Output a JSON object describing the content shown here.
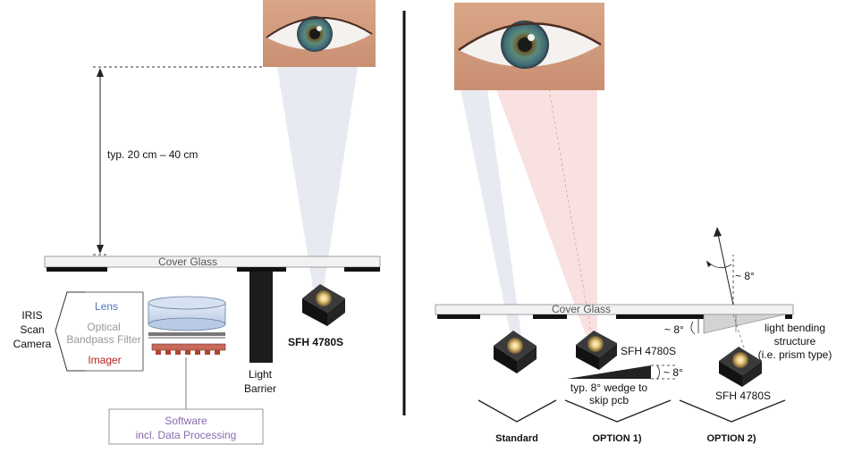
{
  "left": {
    "distance_label": "typ. 20 cm – 40 cm",
    "cover_glass_label": "Cover Glass",
    "camera_title": [
      "IRIS",
      "Scan",
      "Camera"
    ],
    "lens_label": "Lens",
    "filter_label": [
      "Optical",
      "Bandpass Filter"
    ],
    "imager_label": "Imager",
    "barrier_label": [
      "Light",
      "Barrier"
    ],
    "sensor_label": "SFH 4780S",
    "software_label": [
      "Software",
      "incl. Data Processing"
    ]
  },
  "right": {
    "cover_glass_label": "Cover Glass",
    "option1_sensor_label": "SFH 4780S",
    "option2_sensor_label": "SFH 4780S",
    "angle_top": "~ 8°",
    "angle_left": "~ 8°",
    "angle_wedge": "~ 8°",
    "wedge_caption": [
      "typ. 8° wedge to",
      "skip pcb"
    ],
    "prism_caption": [
      "light bending",
      "structure",
      "(i.e. prism type)"
    ],
    "group_labels": [
      "Standard",
      "OPTION 1)",
      "OPTION 2)"
    ]
  },
  "colors": {
    "lens_blue": "#4a78b8",
    "filter_gray": "#999999",
    "imager_red": "#b22222",
    "software_purple": "#8a6aae",
    "beam_pink": "#f4c9c9",
    "beam_gray": "#e3e6ee"
  },
  "icons": [
    "eye-photo",
    "led-package",
    "arrow"
  ]
}
